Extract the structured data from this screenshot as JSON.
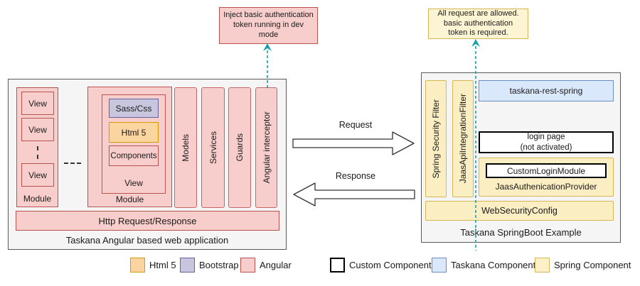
{
  "colors": {
    "angular_fill": "#f8cecc",
    "angular_border": "#b85450",
    "html5_fill": "#fbd5a0",
    "html5_border": "#d79b00",
    "bootstrap_fill": "#c8c5de",
    "bootstrap_border": "#66639a",
    "taskana_fill": "#dae8fc",
    "taskana_border": "#6c8ebf",
    "spring_fill": "#fbeec3",
    "spring_border": "#d6b656",
    "note_yellow_fill": "#fdf4d4",
    "teal_dashed_line": "#1a9eae",
    "container_fill": "#f5f5f5"
  },
  "notes": {
    "left_note": "Inject basic authentication\ntoken running in dev\nmode",
    "right_note": "All request are allowed.\nbasic authentication\ntoken is required."
  },
  "left_app": {
    "title": "Taskana Angular based web application",
    "module1": {
      "label": "Module",
      "views": [
        "View",
        "View",
        "View"
      ]
    },
    "module2": {
      "label": "Module",
      "view": {
        "label": "View",
        "sass": "Sass/Css",
        "html5": "Html 5",
        "components": "Components"
      }
    },
    "bars": [
      "Models",
      "Services",
      "Guards",
      "Angular interceptor"
    ],
    "http_bar": "Http Request/Response"
  },
  "arrows": {
    "request": "Request",
    "response": "Response"
  },
  "right_app": {
    "title": "Taskana SpringBoot Example",
    "filters": [
      "Spring Security Filter",
      "JaasApiIntegrationFilter"
    ],
    "taskana_rest": "taskana-rest-spring",
    "login_page": "login page\n(not activated)",
    "custom_login": "CustomLoginModule",
    "jaas_provider": "JaasAuthenicationProvider",
    "web_security": "WebSecurityConfig"
  },
  "legend": {
    "items": [
      {
        "label": "Html 5",
        "fill": "#fbd5a0",
        "border": "#d79b00"
      },
      {
        "label": "Bootstrap",
        "fill": "#c8c5de",
        "border": "#66639a"
      },
      {
        "label": "Angular",
        "fill": "#f8cecc",
        "border": "#b85450"
      },
      {
        "label": "Custom Component",
        "fill": "#ffffff",
        "border": "#000000"
      },
      {
        "label": "Taskana Component",
        "fill": "#dae8fc",
        "border": "#6c8ebf"
      },
      {
        "label": "Spring Component",
        "fill": "#fcf0c8",
        "border": "#d6b656"
      }
    ]
  }
}
